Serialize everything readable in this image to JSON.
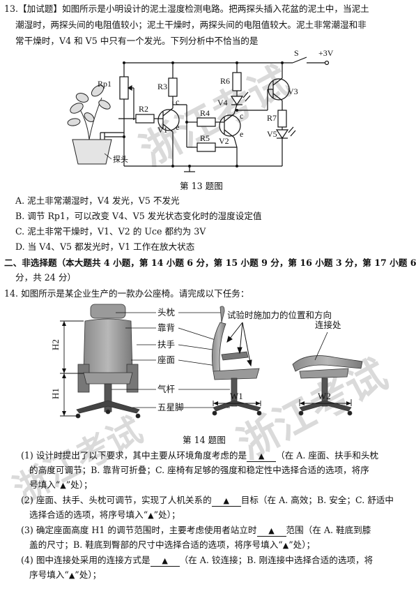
{
  "q13": {
    "line1": "13.【加试题】如图所示是小明设计的泥土湿度检测电路。把两探头插入花盆的泥土中，当泥土",
    "line2": "潮湿时，两探头间的电阻值较小；泥土干燥时，两探头间的电阻值较大。泥土非常潮湿和非",
    "line3": "常干燥时，V4 和 V5 中只有一个发光。下列分析中不恰当的是",
    "caption": "第 13 题图",
    "options": [
      "A. 泥土非常潮湿时，V4 发光，V5 不发光",
      "B. 调节 Rp1，可以改变 V4、V5 发光状态变化时的湿度设定值",
      "C. 泥土非常干燥时，V1、V2 的 Uce 都约为 3V",
      "D. 当 V4、V5 都发光时，V1 工作在放大状态"
    ],
    "circuit": {
      "rp1": "Rp1",
      "r2": "R2",
      "r3": "R3",
      "r4": "R4",
      "r5": "R5",
      "r6": "R6",
      "r7": "R7",
      "v1": "V1",
      "v2": "V2",
      "v3": "V3",
      "v4": "V4",
      "v5": "V5",
      "c1": "c",
      "c2": "c",
      "e1": "e",
      "e2": "e",
      "s": "S",
      "vcc": "+3V",
      "probe": "探头"
    }
  },
  "section2": {
    "line1": "二、非选择题（本大题共 4 小题，第 14 小题 6 分，第 15 小题 9 分，第 16 小题 3 分，第 17 小题 6",
    "line2": "分，共 24 分）"
  },
  "q14": {
    "intro": "14. 如图所示是某企业生产的一款办公座椅。请完成以下任务：",
    "caption": "第 14 题图",
    "labels": {
      "headrest": "头枕",
      "backrest": "靠背",
      "armrest": "扶手",
      "seat": "座面",
      "gaslift": "气杆",
      "base": "五星脚",
      "force": "试验时施加力的位置和方向",
      "joint": "连接处",
      "h1": "H1",
      "h2": "H2",
      "w1": "W1",
      "w2": "W2"
    },
    "triangle": "▲",
    "p1": [
      "(1) 设计时提出了以下要求，其中主要从环境角度考虑的是",
      "（在 A. 座面、扶手和头枕",
      "的高度可调节；B. 靠背可折叠；C. 座椅有足够的强度和稳定性中选择合适的选项，将序",
      "号填入“",
      "”处）；"
    ],
    "p2": [
      "(2) 座面、扶手、头枕可调节，实现了人机关系的",
      "目标（在 A. 高效；B. 安全；C. 舒适中",
      "选择合适的选项，将序号填入“",
      "”处）；"
    ],
    "p3": [
      "(3) 确定座面高度 H1 的调节范围时，主要考虑使用者站立时",
      "范围（在 A. 鞋底到膝",
      "盖的尺寸；B. 鞋底到臀部的尺寸中选择合适的选项，将序号填入“",
      "”处）；"
    ],
    "p4": [
      "(4) 图中连接处采用的连接方式是",
      "（在 A. 铰连接；B. 刚连接中选择合适的选项，将",
      "序号填入“",
      "”处）；"
    ]
  },
  "watermarks": [
    "浙江考试",
    "浙江考试",
    "浙江考试"
  ]
}
